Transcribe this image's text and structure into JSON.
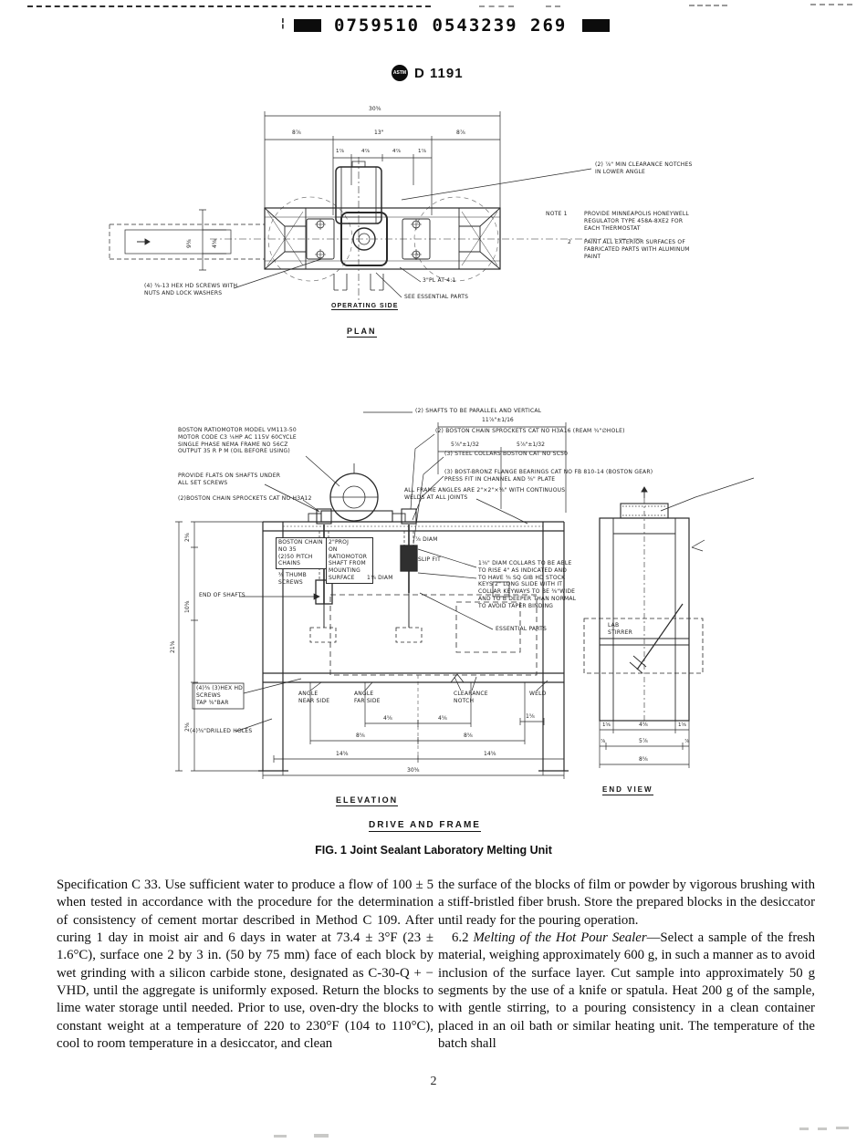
{
  "header": {
    "scan_prefix": "¦",
    "scan_number": "0759510 0543239 269",
    "logo": "ASTM",
    "doc_code": "D 1191"
  },
  "figure": {
    "plan": {
      "dims": {
        "overall": "30⅜",
        "left": "8⅞",
        "center": "13\"",
        "right": "8⅞",
        "s1": "1⅞",
        "s2": "4⅞",
        "s3": "4⅞",
        "s4": "1⅞",
        "side_overall": "9⅝",
        "side_inner": "4⅝"
      },
      "ann_clearance": "(2) ⅞\" MIN CLEARANCE NOTCHES\nIN LOWER ANGLE",
      "ann_hex_screws": "(4) ⅜-13 HEX HD SCREWS WITH\nNUTS AND LOCK WASHERS",
      "ann_3pl": "3\"PL AT 4:1",
      "ann_see_essential": "SEE ESSENTIAL PARTS",
      "operating_side": "OPERATING SIDE",
      "title": "PLAN"
    },
    "notes": {
      "note1_label": "NOTE  1",
      "note1_text": "PROVIDE MINNEAPOLIS HONEYWELL\nREGULATOR TYPE 458A-8XE2 FOR\nEACH THERMOSTAT",
      "note2_label": "2",
      "note2_text": "PAINT ALL EXTERIOR SURFACES OF\nFABRICATED PARTS WITH ALUMINUM\nPAINT"
    },
    "elevation": {
      "ann_motor": "BOSTON RATIOMOTOR MODEL VM113-50\nMOTOR CODE C3  ⅙HP  AC 115V 60CYCLE\nSINGLE PHASE NEMA FRAME NO 56CZ\nOUTPUT 35 R P M  (OIL BEFORE USING)",
      "ann_flats": "PROVIDE FLATS ON SHAFTS UNDER\nALL SET SCREWS",
      "ann_sprockets_left": "(2)BOSTON CHAIN SPROCKETS CAT NO H3A12",
      "ann_shafts_parallel": "(2) SHAFTS TO BE PARALLEL AND VERTICAL",
      "ann_sprockets_right": "(2) BOSTON CHAIN SPROCKETS CAT NO  H3A16 (REAM ¾\"∅HOLE)",
      "ann_collars": "(3) STEEL COLLARS BOSTON CAT NO  SC50",
      "ann_bearings": "(3) BOST-BRONZ FLANGE BEARINGS CAT NO  FB 810-14 (BOSTON GEAR)\nPRESS FIT IN CHANNEL AND ⅜\" PLATE",
      "ann_frame_angles": "ALL FRAME ANGLES ARE 2\"×2\"×⅜\" WITH CONTINUOUS\nWELDS AT ALL JOINTS",
      "ann_chain": "BOSTON CHAIN\nNO 35\n(2)50 PITCH CHAINS",
      "ann_proj": "2\"PROJ\nON RATIOMOTOR\nSHAFT FROM\nMOUNTING\nSURFACE",
      "ann_thumb": "⅜ THUMB\nSCREWS",
      "ann_slip_fit": "SLIP FIT",
      "ann_diam_78": "⅞ DIAM",
      "ann_diam_118": "1⅛ DIAM",
      "ann_end_of_shafts": "END OF SHAFTS",
      "ann_collar_rise": "1⅛\" DIAM COLLARS TO BE ABLE\nTO RISE 4\" AS INDICATED AND\nTO HAVE ⅜ SQ GIB HD STOCK\nKEYS 2\" LONG SLIDE WITH IT\nCOLLAR KEYWAYS TO BE ⅜\"WIDE\nAND TO B DEEPER THAN NORMAL\nTO AVOID TAPER BINDING",
      "ann_essential": "ESSENTIAL PARTS",
      "ann_hex_screws2": "(4)⅜ (3)HEX HD\nSCREWS\nTAP ⅜\"BAR",
      "ann_drilled": "(4)⅜\"DRILLED HOLES",
      "ann_angle_near": "ANGLE\nNEAR SIDE",
      "ann_angle_far": "ANGLE\nFAR SIDE",
      "ann_clearance_notch": "CLEARANCE\nNOTCH",
      "ann_weld": "WELD",
      "dims": {
        "top1": "11⅞\"±1/16",
        "top2": "5⅞\"±1/32",
        "top3": "5⅞\"±1/32",
        "left_overall": "21⅝",
        "left1": "2⅝",
        "left2": "10⅝",
        "left3": "2⅝",
        "b1": "4⅝",
        "b2": "4⅝",
        "b3": "1⅝",
        "b4": "8⅝",
        "b5": "8⅝",
        "b6": "14⅝",
        "b7": "14⅝",
        "b8": "30⅜"
      },
      "title": "ELEVATION"
    },
    "end_view": {
      "ann_lab_stirrer": "LAB\nSTIRRER",
      "dims": {
        "r1a": "1⅝",
        "r1b": "4⅝",
        "r1c": "1⅝",
        "r2a": "⅞",
        "r2b": "5⅞",
        "r2c": "⅞",
        "r3": "8⅝"
      },
      "title": "END VIEW"
    },
    "captions": {
      "drive_and_frame": "DRIVE  AND  FRAME",
      "fig_caption": "FIG. 1   Joint Sealant Laboratory Melting Unit"
    }
  },
  "body": {
    "left_column": "Specification C 33. Use sufficient water to produce a flow of 100 ± 5 when tested in accordance with the procedure for the determination of consistency of cement mortar described in Method C 109. After curing 1 day in moist air and 6 days in water at 73.4 ± 3°F (23 ± 1.6°C), surface one 2 by 3 in. (50 by 75 mm) face of each block by wet grinding with a silicon carbide stone, designated as C-30-Q + − VHD, until the aggregate is uniformly exposed. Return the blocks to lime water storage until needed. Prior to use, oven-dry the blocks to constant weight at a temperature of 220 to 230°F (104 to 110°C), cool to room temperature in a desiccator, and clean",
    "right_p1": "the surface of the blocks of film or powder by vigorous brushing with a stiff-bristled fiber brush. Store the prepared blocks in the desiccator until ready for the pouring operation.",
    "right_p2_num": "6.2 ",
    "right_p2_italic": "Melting of the Hot Pour Sealer",
    "right_p2_rest": "—Select a sample of the fresh material, weighing approximately 600 g, in such a manner as to avoid inclusion of the surface layer. Cut sample into approximately 50 g segments by the use of a knife or spatula. Heat 200 g of the sample, with gentle stirring, to a pouring consistency in a clean container placed in an oil bath or similar heating unit. The temperature of the batch shall"
  },
  "page_number": "2"
}
